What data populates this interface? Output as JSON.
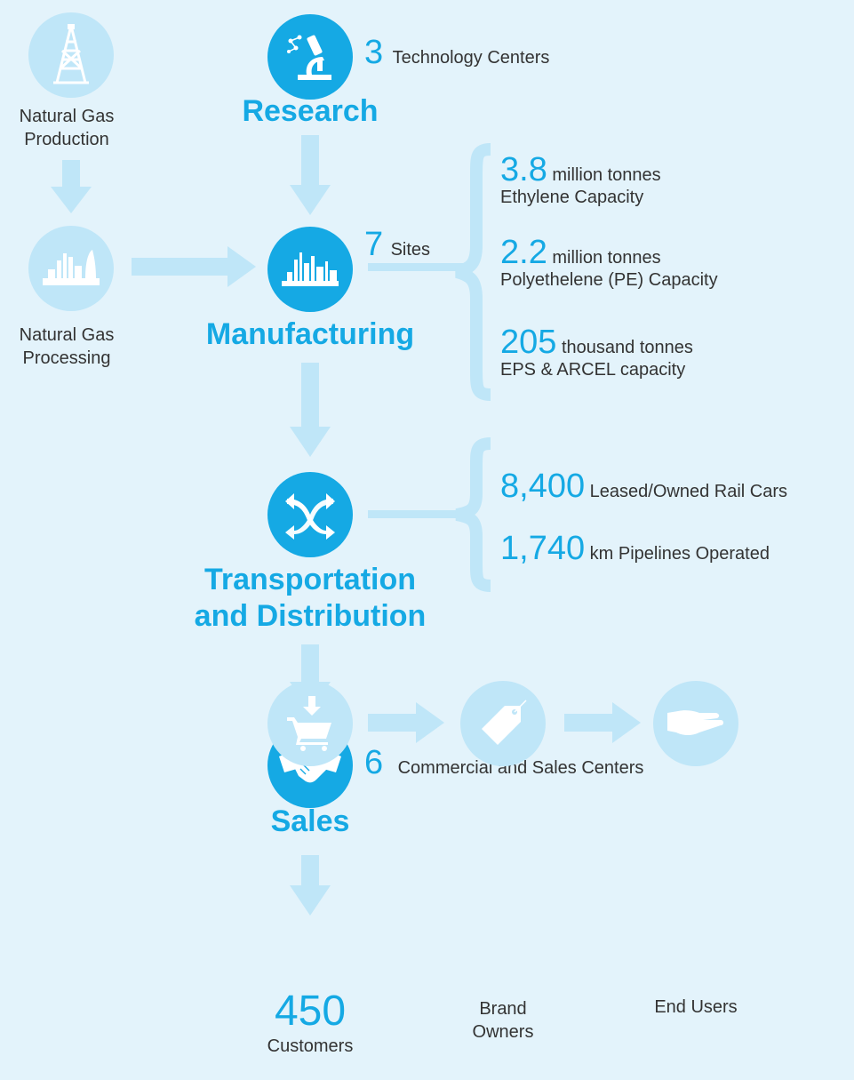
{
  "upstream": {
    "production_label": "Natural Gas\nProduction",
    "processing_label": "Natural Gas\nProcessing"
  },
  "research": {
    "count": "3",
    "count_label": "Technology Centers",
    "title": "Research"
  },
  "manufacturing": {
    "count": "7",
    "count_label": "Sites",
    "title": "Manufacturing",
    "stats": [
      {
        "value": "3.8",
        "unit": "million tonnes",
        "desc": "Ethylene Capacity"
      },
      {
        "value": "2.2",
        "unit": "million tonnes",
        "desc": "Polyethelene (PE) Capacity"
      },
      {
        "value": "205",
        "unit": "thousand tonnes",
        "desc": "EPS & ARCEL capacity"
      }
    ]
  },
  "transport": {
    "title_line1": "Transportation",
    "title_line2": "and Distribution",
    "stats": [
      {
        "value": "8,400",
        "desc": "Leased/Owned Rail Cars"
      },
      {
        "value": "1,740",
        "desc": "km Pipelines Operated"
      }
    ]
  },
  "sales": {
    "count": "6",
    "count_label": "Commercial and Sales Centers",
    "title": "Sales"
  },
  "downstream": {
    "customers_count": "450",
    "customers_label": "Customers",
    "brand_owners_label": "Brand\nOwners",
    "end_users_label": "End Users"
  },
  "icons": [
    "oil-derrick-icon",
    "gas-plant-icon",
    "microscope-icon",
    "factory-icon",
    "transport-arrows-icon",
    "handshake-icon",
    "cart-icon",
    "price-tag-icon",
    "open-hand-icon"
  ],
  "colors": {
    "accent": "#15a9e4",
    "light": "#bfe6f8",
    "background": "#e3f3fb"
  }
}
